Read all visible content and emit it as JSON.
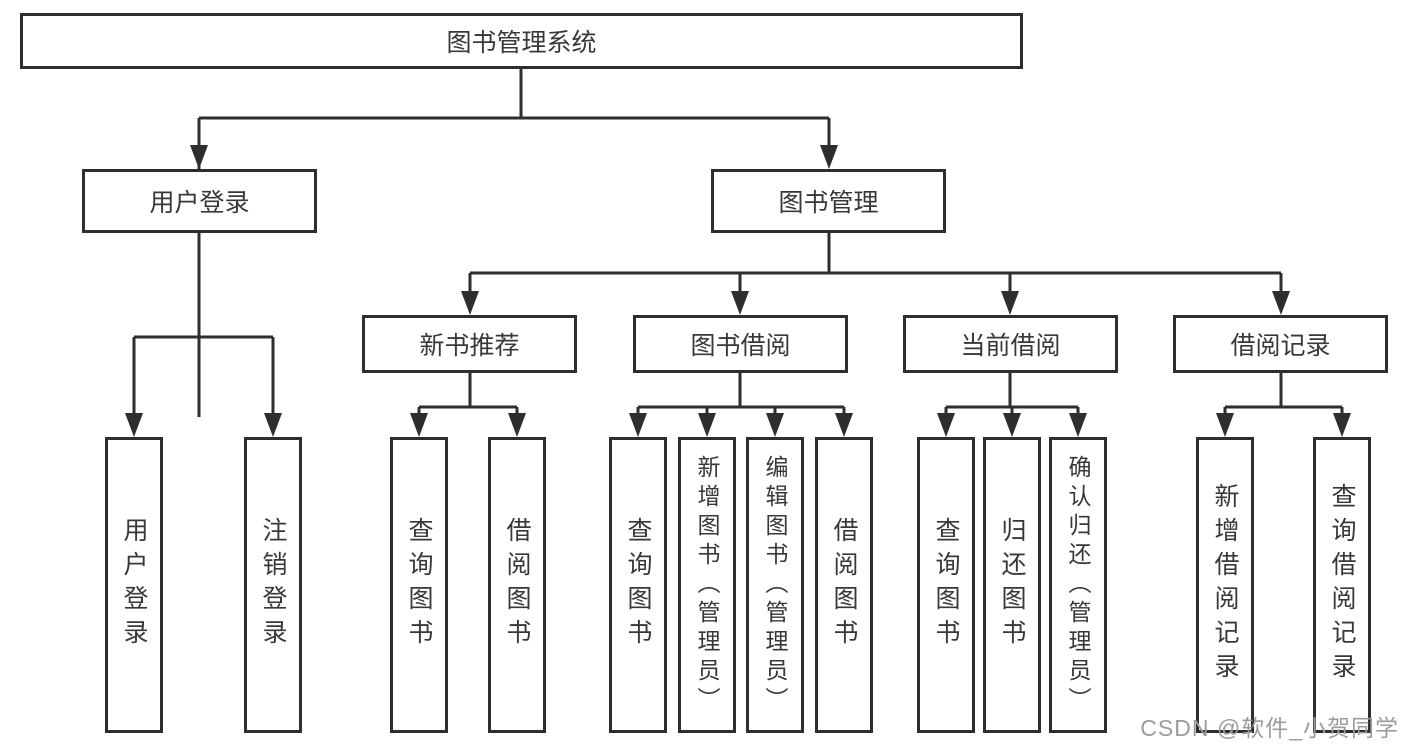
{
  "diagram": {
    "title": "图书管理系统",
    "colors": {
      "line": "#2e2e2e",
      "box_border": "#2e2e2e",
      "text": "#383838",
      "watermark": "#9c9c9c",
      "background": "#ffffff"
    },
    "tree": {
      "label": "图书管理系统",
      "children": [
        {
          "label": "用户登录",
          "children": [
            {
              "label": "用户登录"
            },
            {
              "label": "注销登录"
            }
          ]
        },
        {
          "label": "图书管理",
          "children": [
            {
              "label": "新书推荐",
              "children": [
                {
                  "label": "查询图书"
                },
                {
                  "label": "借阅图书"
                }
              ]
            },
            {
              "label": "图书借阅",
              "children": [
                {
                  "label": "查询图书"
                },
                {
                  "label": "新增图书（管理员）"
                },
                {
                  "label": "编辑图书（管理员）"
                },
                {
                  "label": "借阅图书"
                }
              ]
            },
            {
              "label": "当前借阅",
              "children": [
                {
                  "label": "查询图书"
                },
                {
                  "label": "归还图书"
                },
                {
                  "label": "确认归还（管理员）"
                }
              ]
            },
            {
              "label": "借阅记录",
              "children": [
                {
                  "label": "新增借阅记录"
                },
                {
                  "label": "查询借阅记录"
                }
              ]
            }
          ]
        }
      ]
    },
    "watermark": {
      "text": "CSDN @软件_小贺同学"
    }
  }
}
